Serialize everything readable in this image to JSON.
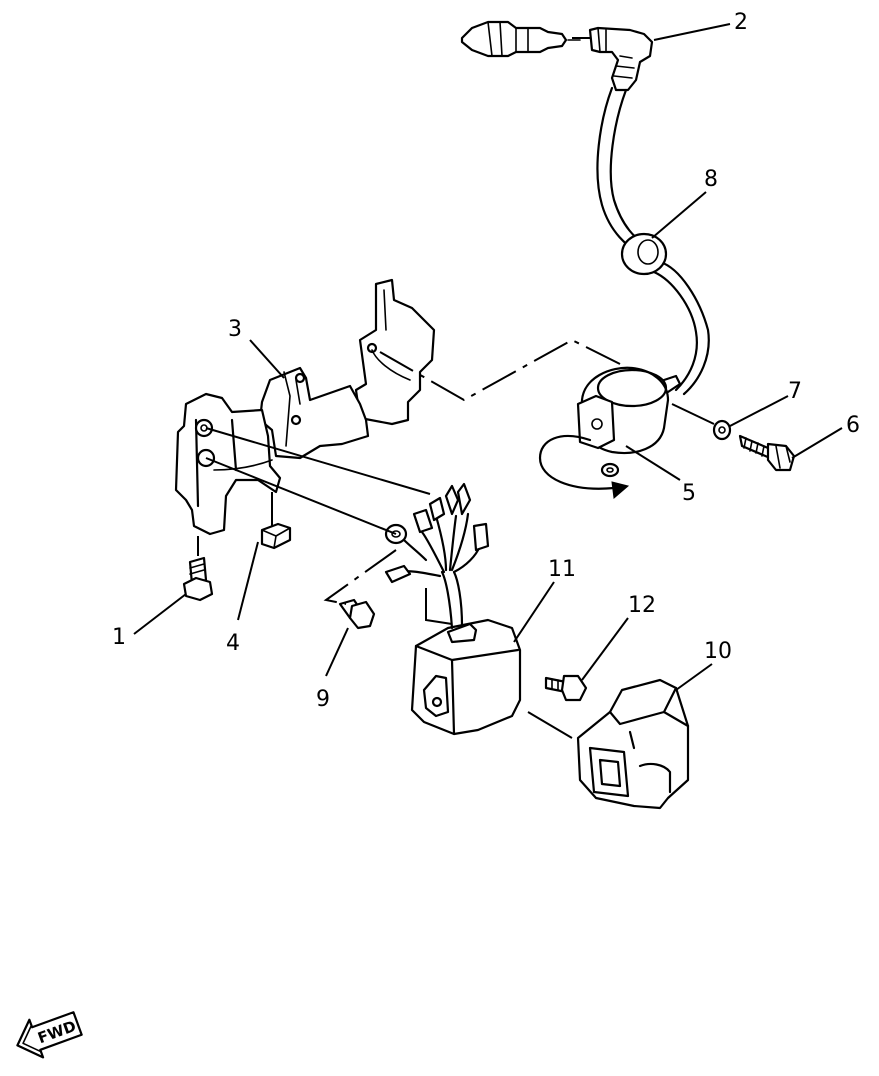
{
  "diagram": {
    "callouts": [
      {
        "id": "1",
        "text": "1"
      },
      {
        "id": "2",
        "text": "2"
      },
      {
        "id": "3",
        "text": "3"
      },
      {
        "id": "4",
        "text": "4"
      },
      {
        "id": "5",
        "text": "5"
      },
      {
        "id": "6",
        "text": "6"
      },
      {
        "id": "7",
        "text": "7"
      },
      {
        "id": "8",
        "text": "8"
      },
      {
        "id": "9",
        "text": "9"
      },
      {
        "id": "10",
        "text": "10"
      },
      {
        "id": "11",
        "text": "11"
      },
      {
        "id": "12",
        "text": "12"
      }
    ],
    "direction_badge": {
      "text": "FWD"
    }
  }
}
